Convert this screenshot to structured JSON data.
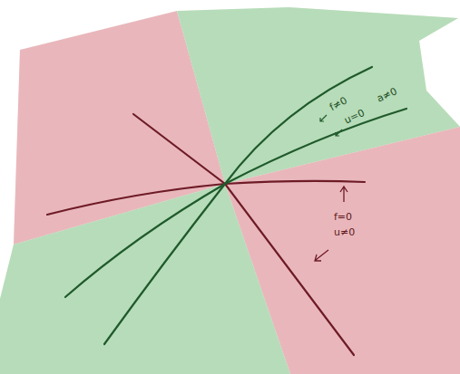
{
  "diagram": {
    "labels": [
      "f≠0",
      "u=0",
      "a≠0",
      "f=0",
      "u≠0"
    ]
  }
}
